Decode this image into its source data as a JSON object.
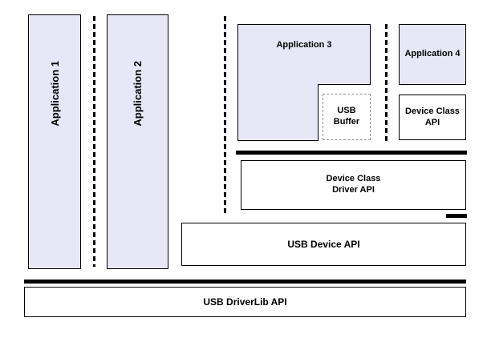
{
  "diagram": {
    "colors": {
      "app_fill": "#e7e7f8",
      "box_fill": "#ffffff",
      "border": "#000000",
      "buffer_border": "#8f8f8f",
      "bar": "#000000"
    },
    "applications": [
      {
        "label": "Application 1"
      },
      {
        "label": "Application 2"
      },
      {
        "label": "Application 3"
      },
      {
        "label": "Application 4"
      }
    ],
    "layers": {
      "usb_buffer": "USB\nBuffer",
      "device_class_api": "Device Class\nAPI",
      "device_class_driver_api": "Device Class\nDriver API",
      "usb_device_api": "USB Device API",
      "usb_driverlib_api": "USB DriverLib API"
    }
  }
}
